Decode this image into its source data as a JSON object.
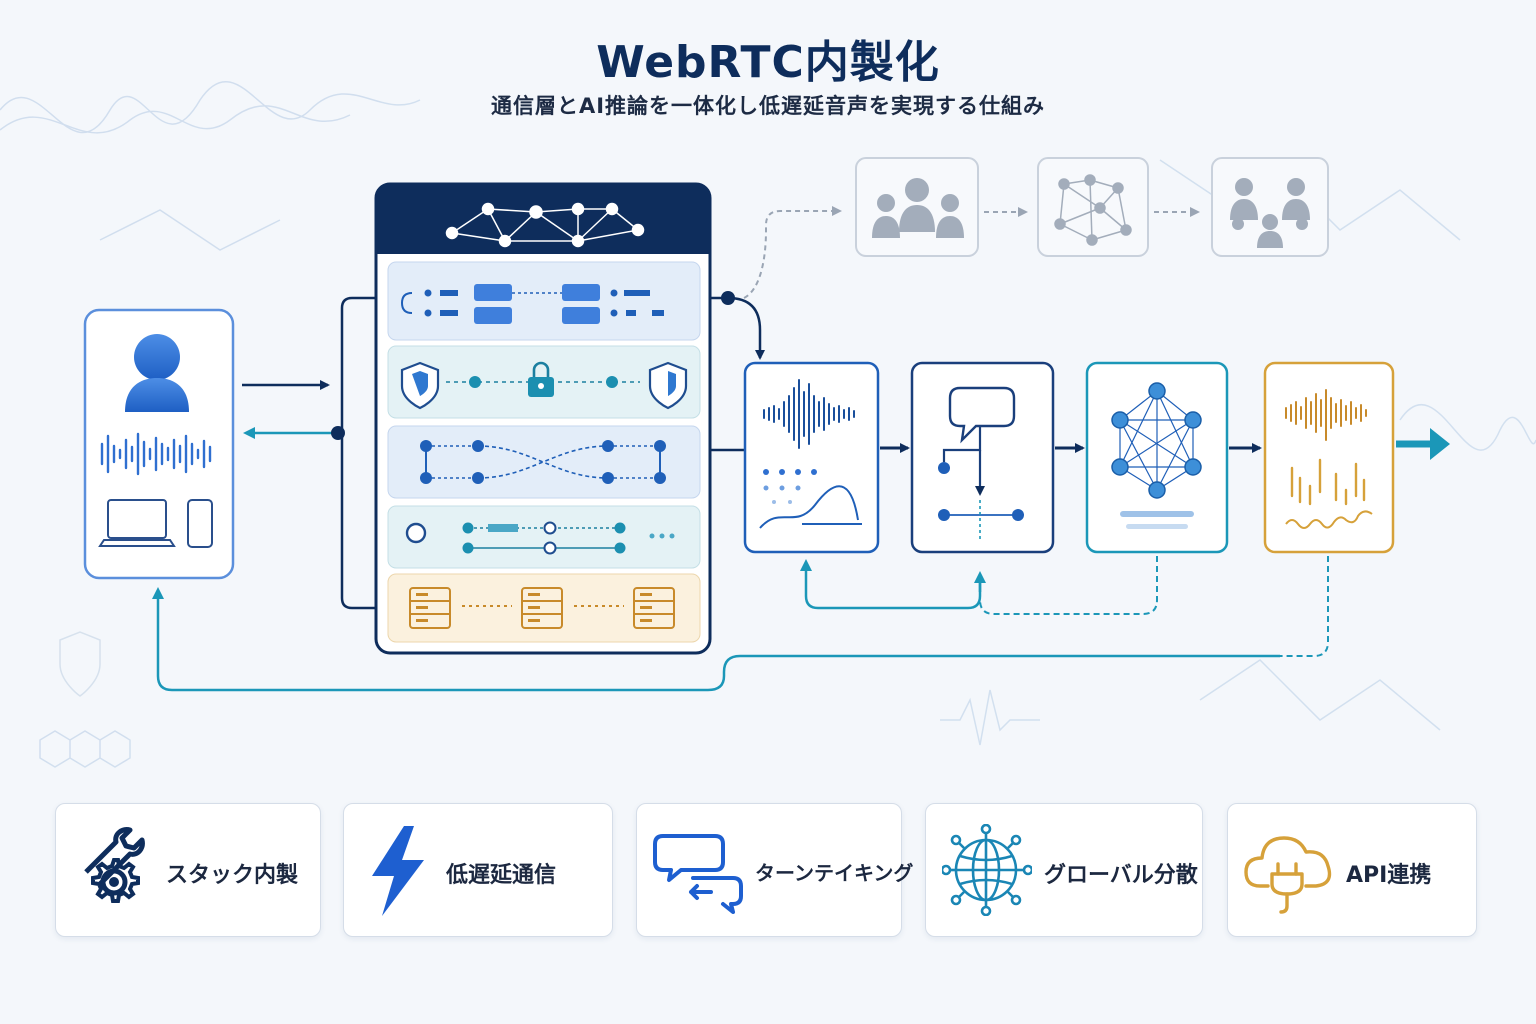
{
  "header": {
    "title": "WebRTC内製化",
    "subtitle": "通信層とAI推論を一体化し低遅延音声を実現する仕組み"
  },
  "features": [
    {
      "label": "スタック内製",
      "icon": "wrench-gear-icon"
    },
    {
      "label": "低遅延通信",
      "icon": "lightning-icon"
    },
    {
      "label": "ターンテイキング",
      "icon": "chat-exchange-icon"
    },
    {
      "label": "グローバル分散",
      "icon": "globe-network-icon"
    },
    {
      "label": "API連携",
      "icon": "cloud-plug-icon"
    }
  ],
  "colors": {
    "navy": "#0e2d5c",
    "blue": "#2f6fd0",
    "teal": "#1b97b8",
    "gold": "#d6a13a",
    "grey": "#aab3c0"
  }
}
